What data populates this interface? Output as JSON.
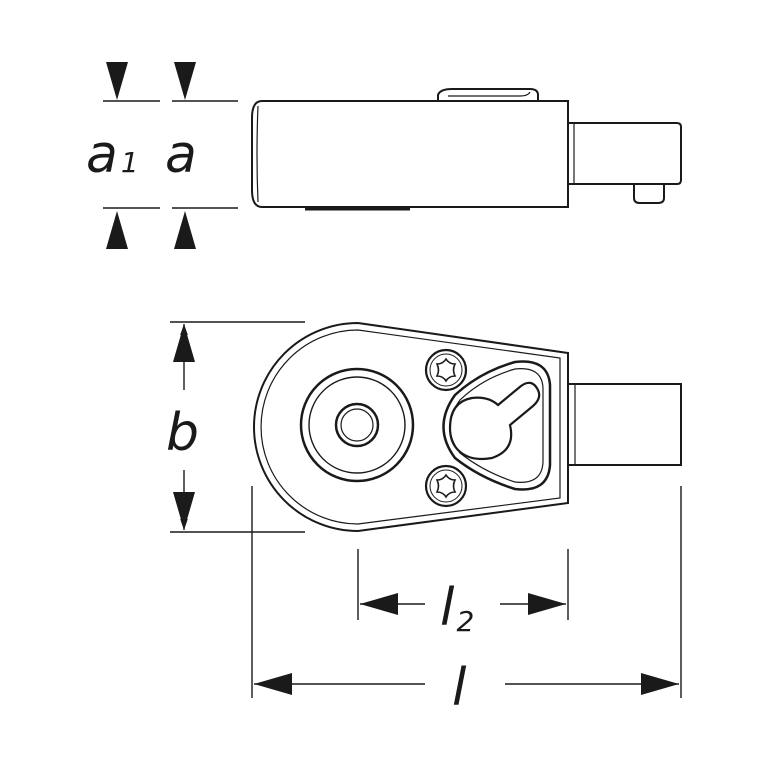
{
  "drawing": {
    "stroke_color": "#1a1a1a",
    "background": "#ffffff"
  },
  "dimensions": {
    "a1": {
      "main": "a",
      "sub": "1"
    },
    "a": {
      "main": "a"
    },
    "b": {
      "main": "b"
    },
    "l2": {
      "main": "l",
      "sub": "2"
    },
    "l": {
      "main": "l"
    }
  }
}
